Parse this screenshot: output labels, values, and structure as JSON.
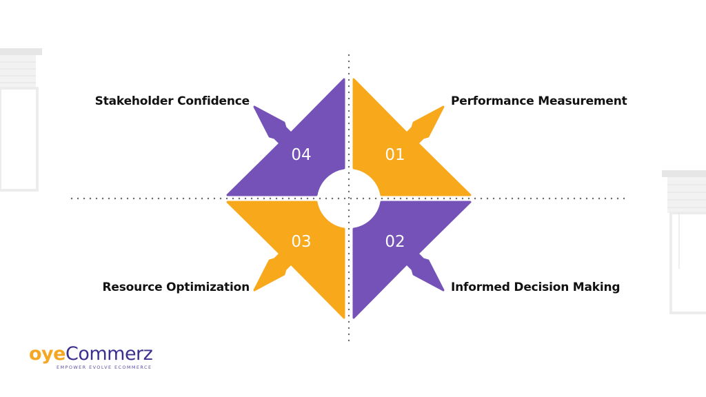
{
  "colors": {
    "orange": "#f7a81b",
    "purple": "#7552b8",
    "number_text": "#ffffff",
    "guide_dots": "#666666",
    "blind": "#efefef"
  },
  "segments": [
    {
      "number": "01",
      "label": "Performance Measurement",
      "color": "orange",
      "arrow_direction": "up-right"
    },
    {
      "number": "02",
      "label": "Informed Decision Making",
      "color": "purple",
      "arrow_direction": "down-right"
    },
    {
      "number": "03",
      "label": "Resource Optimization",
      "color": "orange",
      "arrow_direction": "down-left"
    },
    {
      "number": "04",
      "label": "Stakeholder Confidence",
      "color": "purple",
      "arrow_direction": "up-left"
    }
  ],
  "logo": {
    "brand_accent": "oye",
    "brand_rest": "Commerz",
    "tagline": "EMPOWER EVOLVE ECOMMERCE"
  },
  "decor": [
    "window-blind-left",
    "window-blind-right"
  ]
}
